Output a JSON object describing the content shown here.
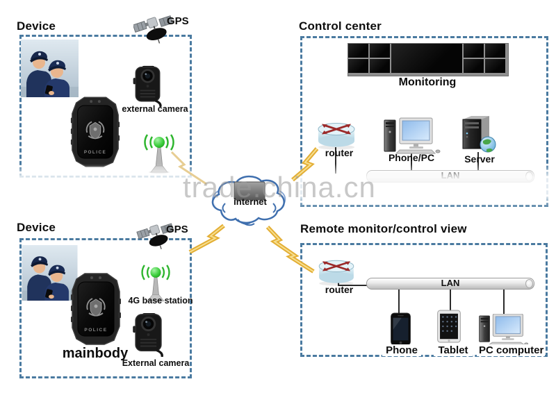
{
  "watermark": "trade.china.cn",
  "internet": {
    "label": "internet"
  },
  "device_top": {
    "title": "Device",
    "gps": "GPS",
    "external_camera": "external camera",
    "badge": "POLICE"
  },
  "control_center": {
    "title": "Control center",
    "monitoring": "Monitoring",
    "router": "router",
    "phone_pc": "Phone/PC",
    "server": "Server",
    "lan": "LAN"
  },
  "device_bottom": {
    "title": "Device",
    "gps": "GPS",
    "base_station": "4G base station",
    "mainbody": "mainbody",
    "external_camera": "External camera",
    "badge": "POLICE"
  },
  "remote_view": {
    "title": "Remote monitor/control view",
    "router": "router",
    "lan": "LAN",
    "phone": "Phone",
    "tablet": "Tablet",
    "pc": "PC computer"
  },
  "colors": {
    "dashed_border": "#4a7aa0",
    "lightning_bolt": "#e3ae34",
    "cloud_stroke": "#3f6fae",
    "signal_green": "#2db52d",
    "router_x_red": "#9c2b2b",
    "watermark_gray": "#9c9c9c"
  }
}
